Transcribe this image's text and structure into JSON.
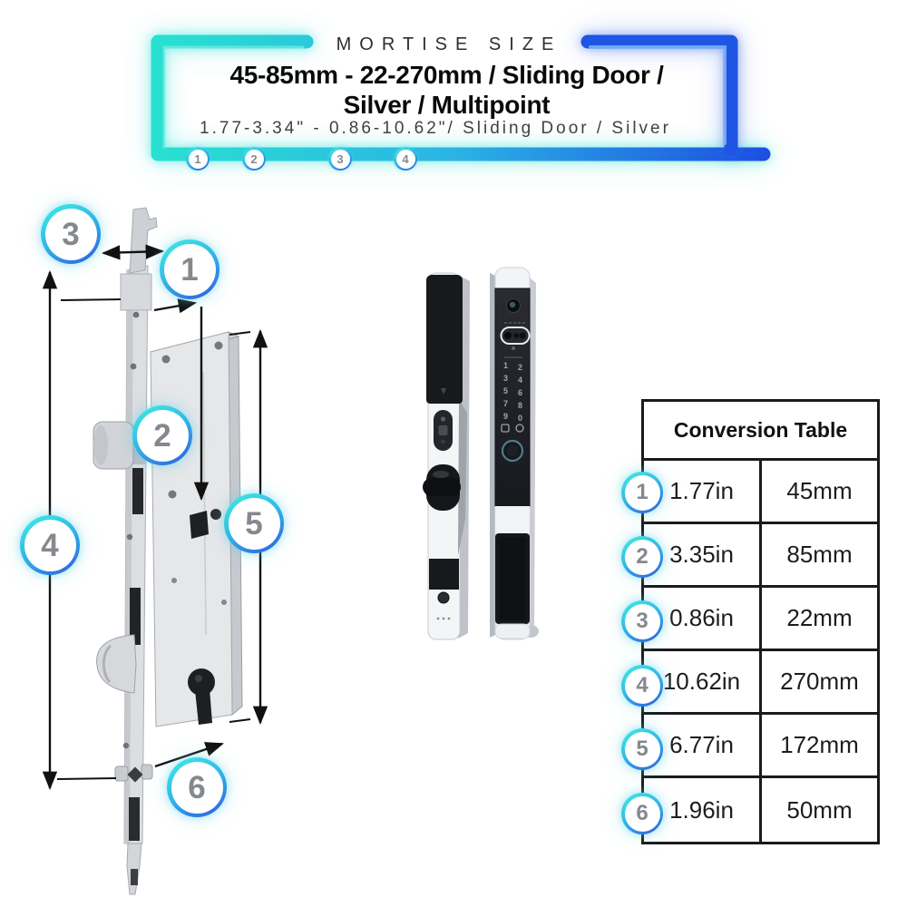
{
  "header": {
    "eyebrow": "MORTISE SIZE",
    "title_line1": "45-85mm - 22-270mm / Sliding Door /",
    "title_line2": "Silver / Multipoint",
    "subtitle": "1.77-3.34\" - 0.86-10.62\"/ Sliding Door / Silver",
    "markers": [
      "1",
      "2",
      "3",
      "4"
    ]
  },
  "diagram": {
    "callouts": [
      {
        "num": "3"
      },
      {
        "num": "1"
      },
      {
        "num": "2"
      },
      {
        "num": "5"
      },
      {
        "num": "4"
      },
      {
        "num": "6"
      }
    ]
  },
  "table": {
    "title": "Conversion Table",
    "rows": [
      {
        "num": "1",
        "in": "1.77in",
        "mm": "45mm"
      },
      {
        "num": "2",
        "in": "3.35in",
        "mm": "85mm"
      },
      {
        "num": "3",
        "in": "0.86in",
        "mm": "22mm"
      },
      {
        "num": "4",
        "in": "10.62in",
        "mm": "270mm"
      },
      {
        "num": "5",
        "in": "6.77in",
        "mm": "172mm"
      },
      {
        "num": "6",
        "in": "1.96in",
        "mm": "50mm"
      }
    ]
  },
  "colors": {
    "accent_cyan": "#28E2CF",
    "accent_blue": "#1D55E6"
  }
}
